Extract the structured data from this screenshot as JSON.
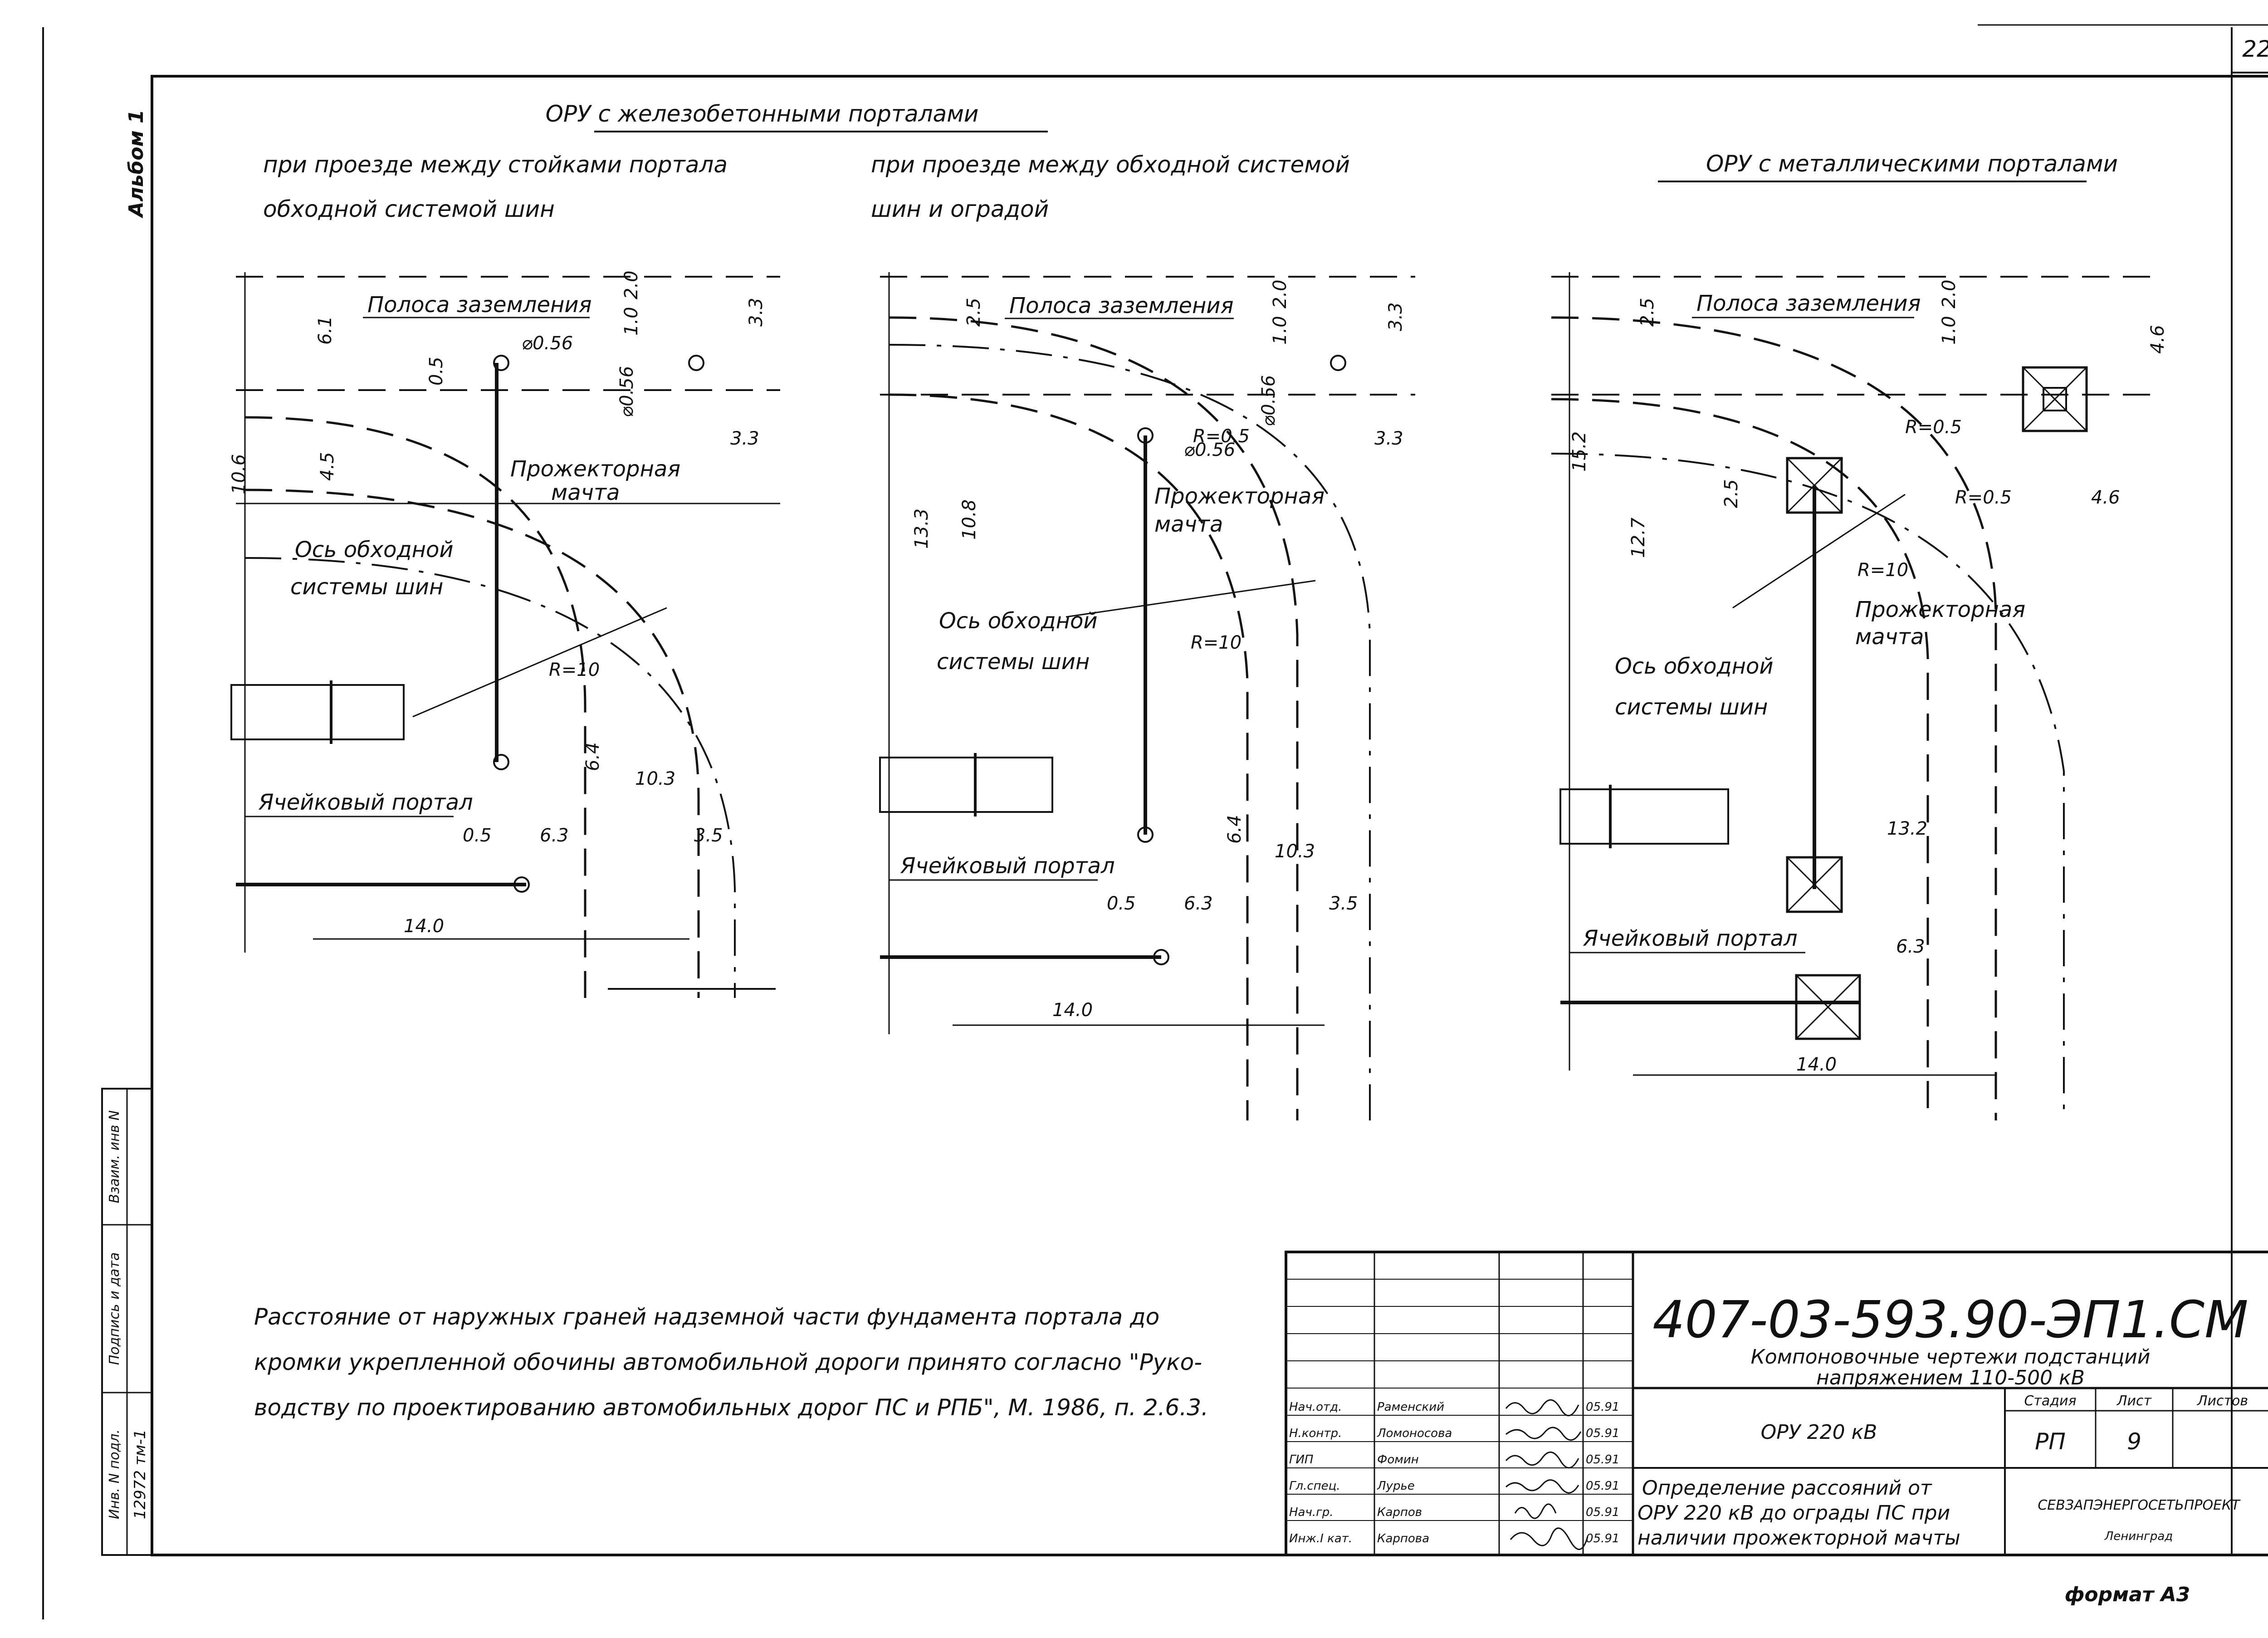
{
  "sheet_number": "22",
  "album_label": "Альбом 1",
  "format_label": "формат А3",
  "heading_concrete": "ОРУ с железобетонными порталами",
  "heading_metal": "ОРУ с металлическими порталами",
  "sub_left_1": "при проезде между стойками портала",
  "sub_left_2": "обходной системой шин",
  "sub_mid_1": "при проезде между обходной системой",
  "sub_mid_2": "шин и оградой",
  "labels": {
    "grounding": "Полоса заземления",
    "mast_1": "Прожекторная",
    "mast_2": "мачта",
    "axis_1": "Ось обходной",
    "axis_2": "системы шин",
    "portal": "Ячейковый портал"
  },
  "dims_a": [
    "6.1",
    "10.6",
    "4.5",
    "0.5",
    "⌀0.56",
    "⌀0.56",
    "1.0",
    "2.0",
    "3.3",
    "3.3",
    "R=10",
    "6.4",
    "10.3",
    "0.5",
    "6.3",
    "3.5",
    "14.0"
  ],
  "dims_b": [
    "2.5",
    "1.0",
    "2.0",
    "3.3",
    "3.3",
    "R=0.5",
    "⌀0.56",
    "⌀0.56",
    "13.3",
    "10.8",
    "R=10",
    "6.4",
    "10.3",
    "0.5",
    "6.3",
    "3.5",
    "14.0"
  ],
  "dims_c": [
    "2.5",
    "1.0",
    "2.0",
    "4.6",
    "15.2",
    "12.7",
    "2.5",
    "R=0.5",
    "R=0.5",
    "4.6",
    "R=10",
    "13.2",
    "6.3",
    "14.0"
  ],
  "note": [
    "Расстояние от наружных граней надземной части фундамента портала до",
    "кромки укрепленной обочины автомобильной дороги принято согласно \"Руко-",
    "водству по проектированию автомобильных дорог ПС и РПБ\", М. 1986, п. 2.6.3."
  ],
  "left_strip": {
    "inv_no": "Инв. N подл.",
    "sign_date": "Подпись и дата",
    "replace_inv": "Взаим. инв N",
    "number": "12972 тм-1"
  },
  "title_block": {
    "doc_code": "407-03-593.90-ЭП1.СМ",
    "project_1": "Компоновочные чертежи подстанций",
    "project_2": "напряжением 110-500 кВ",
    "object": "ОРУ 220 кВ",
    "stage_header": "Стадия",
    "sheet_header": "Лист",
    "sheets_header": "Листов",
    "stage": "РП",
    "sheet": "9",
    "sheets": "",
    "desc_1": "Определение рассояний от",
    "desc_2": "ОРУ 220 кВ до ограды ПС при",
    "desc_3": "наличии прожекторной мачты",
    "org_1": "СЕВЗАПЭНЕРГОСЕТЬПРОЕКТ",
    "org_2": "Ленинград",
    "signers": [
      {
        "role": "Нач.отд.",
        "name": "Раменский",
        "date": "05.91"
      },
      {
        "role": "Н.контр.",
        "name": "Ломоносова",
        "date": "05.91"
      },
      {
        "role": "ГИП",
        "name": "Фомин",
        "date": "05.91"
      },
      {
        "role": "Гл.спец.",
        "name": "Лурье",
        "date": "05.91"
      },
      {
        "role": "Нач.гр.",
        "name": "Карпов",
        "date": "05.91"
      },
      {
        "role": "Инж.I кат.",
        "name": "Карпова",
        "date": "05.91"
      }
    ]
  }
}
